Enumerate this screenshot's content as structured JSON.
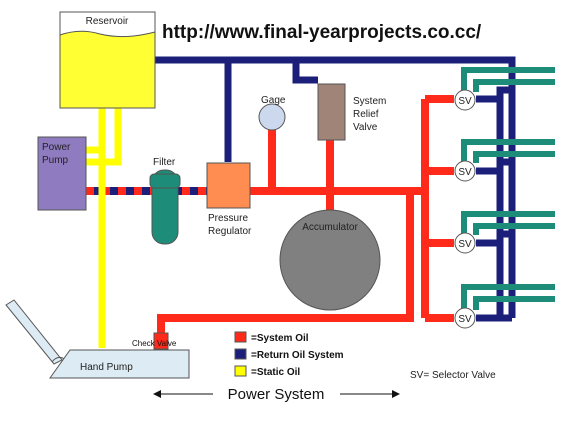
{
  "header": {
    "url": "http://www.final-yearprojects.co.cc/"
  },
  "components": {
    "reservoir": "Reservoir",
    "power_pump": [
      "Power",
      "Pump"
    ],
    "filter": "Filter",
    "pressure_regulator": [
      "Pressure",
      "Regulator"
    ],
    "gage": "Gage",
    "system_relief_valve": [
      "System",
      "Relief",
      "Valve"
    ],
    "accumulator": "Accumulator",
    "hand_pump": "Hand Pump",
    "check_valve": "Check Valve",
    "selector_valves": [
      "SV",
      "SV",
      "SV",
      "SV"
    ]
  },
  "legend": {
    "items": [
      {
        "label": "=System Oil",
        "color": "#ff2a1a"
      },
      {
        "label": "=Return Oil System",
        "color": "#1b1f7a"
      },
      {
        "label": "=Static Oil",
        "color": "#ffff00"
      }
    ],
    "sv_note": "SV= Selector Valve"
  },
  "footer": {
    "title": "Power System"
  },
  "colors": {
    "system_oil": "#ff2a1a",
    "return_oil": "#1b1f7a",
    "static_oil": "#ffff00",
    "actuator_lines": "#1d8c78",
    "power_pump": "#8f7bc0",
    "filter": "#1d8c78",
    "pressure_regulator": "#ff8c50",
    "relief_valve": "#a08478",
    "accumulator": "#808080",
    "gage": "#ccd8ee",
    "hand_pump": "#ddebf4"
  }
}
